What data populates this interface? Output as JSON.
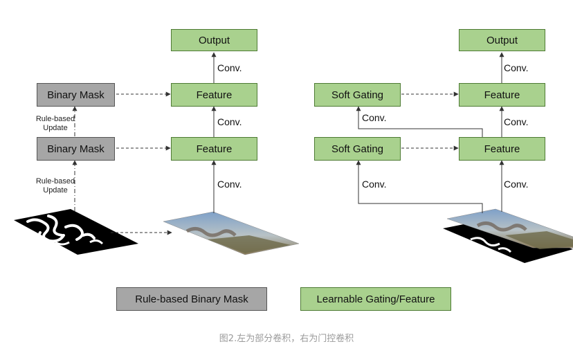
{
  "left": {
    "output": "Output",
    "feature_top": "Feature",
    "feature_bottom": "Feature",
    "mask_top": "Binary Mask",
    "mask_bottom": "Binary Mask",
    "conv_labels": [
      "Conv.",
      "Conv.",
      "Conv."
    ],
    "update_labels": [
      {
        "line1": "Rule-based",
        "line2": "Update"
      },
      {
        "line1": "Rule-based",
        "line2": "Update"
      }
    ]
  },
  "right": {
    "output": "Output",
    "feature_top": "Feature",
    "feature_bottom": "Feature",
    "gating_top": "Soft Gating",
    "gating_bottom": "Soft Gating",
    "conv_labels": [
      "Conv.",
      "Conv.",
      "Conv.",
      "Conv.",
      "Conv."
    ]
  },
  "legend": {
    "gray": "Rule-based Binary Mask",
    "green": "Learnable Gating/Feature"
  },
  "caption": "图2.左为部分卷积，右为门控卷积",
  "colors": {
    "green_fill": "#a9d18e",
    "gray_fill": "#a6a6a6",
    "line": "#333333"
  }
}
